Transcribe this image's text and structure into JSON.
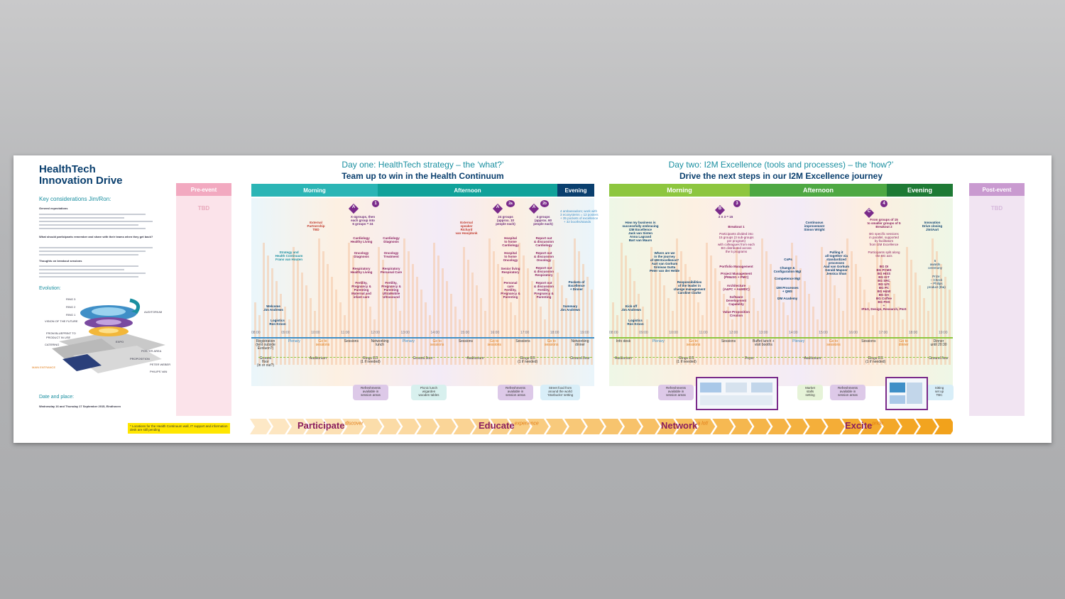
{
  "title_line1": "HealthTech",
  "title_line2": "Innovation Drive",
  "key_considerations": "Key considerations Jim/Ron:",
  "general_expectations": "General expectations",
  "question_remember": "What should participants remember and share with their teams when they get back?",
  "thoughts_breakout": "Thoughts on breakout sessions",
  "evolution_label": "Evolution:",
  "date_place_label": "Date and place:",
  "date_place_value": "Wednesday 16 and Thursday 17 September 2015, Eindhoven",
  "footnote": "* Locations for the Health Continuum wall, IT support and information desk are still pending",
  "day1": {
    "heading": "Day one: HealthTech strategy – the ‘what?’",
    "subheading": "Team up to win in the Health Continuum",
    "morning": "Morning",
    "afternoon": "Afternoon",
    "evening": "Evening"
  },
  "day2": {
    "heading": "Day two: I2M Excellence (tools and processes) – the ‘how?’",
    "subheading": "Drive the next steps in our I2M Excellence journey",
    "morning": "Morning",
    "afternoon": "Afternoon",
    "evening": "Evening"
  },
  "pre_event": {
    "label": "Pre-event",
    "value": "TBD"
  },
  "post_event": {
    "label": "Post-event",
    "value": "TBD"
  },
  "times": [
    "08:00",
    "09:00",
    "10:00",
    "11:00",
    "12:00",
    "13:00",
    "14:00",
    "15:00",
    "16:00",
    "17:00",
    "18:00",
    "19:00"
  ],
  "day1_events": {
    "welcome": "Welcome\nJim Andrews",
    "logistics": "Logistics\nRon Kroon",
    "strategy": "Strategy and\nHealth Continuum\nFrans van Houten",
    "external_partnership": "External\nPartnership\nTBD",
    "cardiology1": "Cardiology\nHealthy Living",
    "cardiology2": "Cardiology\nDiagnosis",
    "oncology1": "Oncology\nDiagnosis",
    "oncology2": "Oncology\nTreatment",
    "respiratory1": "Respiratory\nHealthy Living",
    "respiratory2": "Respiratory\nPersonal Care",
    "fertility1": "Fertility,\nPregnancy &\nParenting\nMaternal and\ninfant care",
    "fertility2": "Fertility,\nPregnancy &\nParenting\nUltraMobile\nUltrasound",
    "external_speaker": "External\nspeaker\nRichard\nvan Hooijdonk",
    "hospital_home1": "Hospital\nto home\nCardiology",
    "hospital_home2": "Hospital\nto home\nOncology",
    "senior_living": "Senior living\nRespiratory",
    "personal_care": "Personal\ncare\nFertility,\nPregnancy &\nParenting",
    "report1": "Report out\n& discussion\nCardiology",
    "report2": "Report out\n& discussion\nOncology",
    "report3": "Report out\n& discussion\nRespiratory",
    "report4": "Report out\n& discussion\nFertility,\nPregnancy &\nParenting",
    "pockets": "Pockets of\nExcellence\n+ Dinner",
    "summary": "Summary\nJim Andrews",
    "groups1": "X-4groups, then\neach group into\n6 groups = 24",
    "groups2": "24 groups\n(approx. 10\npeople each)",
    "groups3": "4 groups\n(approx. 60\npeople each)",
    "pockets_note": "4 ambassadors; work with\n3 ecosystems = 12 posters\n+ 35 pockets of excellence\n+ 32 booths/stands"
  },
  "day2_events": {
    "how_business": "How my business is\nsuccessfully embracing\nI2M Excellence\nJack van Sinten\nAnna Lagrand\nBart van Maurs",
    "kickoff": "Kick off\nJim Andrews",
    "logistics": "Logistics\nRon Kroon",
    "where_are_we": "Where are we\nin the journey\nof I2M Excellence?\nAart van Gorkum\nSrinivas Gutta\nPeter van der Helde",
    "responsibilities": "Responsibilities\nof the leader in\nchange management\nCaroline Clarke",
    "breakout1": "Breakout 1",
    "participants": "Participants divided into\n15 groups (3 sub-groups\nper program)\nwith colleagues from each\nBG distributed across\nthe 5 programs",
    "portfolio": "Portfolio Management",
    "project": "Project Management\n(PM&SG + PMC)",
    "architecture": "Architecture\n(A&PC + A&MDC)",
    "software": "Software\nDevelopment\nCapability",
    "value_prop": "Value Proposition\nCreation",
    "cops": "CoPs",
    "change": "Change &\nConfiguration Mgt",
    "competence": "Competence Mgt",
    "processes": "I2M Processes\n+ QMS",
    "academy": "I2M Academy",
    "continuous": "Continuous\nimprovement\nSimon Wright",
    "pulling": "Pulling it\nall together via\nstandardized\nprocesses\nAad van Gorkum\nGerald Mapoor\nJessica Shan",
    "from_groups": "From groups of 15\nto smaller groups of 5\nBreakout 2",
    "bg_sessions": "BG specific sessions\nin parallel, supported\nby facilitators\nfrom I2M Excellence",
    "split": "Participants split along\nthe BG axis",
    "bg_list": "BG DI\nBG PCMS\nBG HISS\nBG IGT\nBG SRC\nBG U/S\nBG PC\nBG H&W\nBG DA\nBG Coffee\nBG PHS\n+\nIP&S, Design, Research, PIoS",
    "innovation_close": "Innovation\nDrive closing\nJim/Aart",
    "awards": "5\nawards\nceremony",
    "prize": "Prize:\n– Check\n– Philips\nproduct (tba)",
    "count": "3 X 3 = 15"
  },
  "day1_bottom": [
    "Registration\n(tent outside\nEvoluon?)",
    "Plenary",
    "Go to\nsessions",
    "Sessions",
    "Networking\nlunch",
    "Plenary",
    "Go to\nsessions",
    "Sessions",
    "Go to\nsessions",
    "Sessions",
    "Go to\nsessions",
    "Networking\ndinner"
  ],
  "day1_locations": [
    "Ground\nfloor\n(in or out?)",
    "Auditorium",
    "Rings 2/3\n(1 if needed)",
    "Ground floor",
    "Auditorium",
    "Rings 2/3\n(1 if needed)",
    "Ground floor"
  ],
  "day1_bubbles": [
    "Refreshments\navailable in\nsession areas",
    "Picnic lunch\nw/garden\nwooden tables",
    "Refreshments\navailable in\nsession areas",
    "Street food from\naround the world\n‘Starbucks’ setting"
  ],
  "day2_bottom": [
    "Info desk",
    "Plenary",
    "Go to\nsessions",
    "Sessions",
    "Buffet lunch +\nvisit booths",
    "Plenary",
    "Go to\nsessions",
    "Sessions",
    "Go to\ndinner",
    "Dinner\nuntil 20:30"
  ],
  "day2_locations": [
    "Auditorium",
    "Rings 2/3\n(1 if needed)",
    "Foyer",
    "Auditorium",
    "Rings 2/3\n(1 if needed)",
    "Ground floor"
  ],
  "day2_bubbles": [
    "Refreshments\navailable in\nsession areas",
    "Market\nstalls\nsetting",
    "Refreshments\navailable in\nsession areas",
    "Sitting\nset up\nTBC"
  ],
  "markers": [
    "A",
    "1",
    "A",
    "2a",
    "A",
    "2b",
    "B",
    "3",
    "C",
    "4"
  ],
  "phases": [
    {
      "word": "Participate",
      "sup": "discover"
    },
    {
      "word": "Educate",
      "sup": "experience"
    },
    {
      "word": "Network",
      "sup": "a lot!"
    },
    {
      "word": "Excite",
      "sup": "pride"
    }
  ],
  "evolution_building_labels": [
    "RING 3",
    "RING 2",
    "RING 1",
    "VISION OF THE FUTURE",
    "FROM BLUEPRINT TO",
    "PRODUCT IN USE",
    "AUDITORIUM",
    "CATERING",
    "EXPO",
    "POSTER AREA",
    "PROPOSITION",
    "PETER WEBER",
    "PHILIPS VAN",
    "MAIN ENTRANCE"
  ],
  "colors": {
    "teal": "#2bb5b5",
    "dark_teal": "#0b7f85",
    "navy": "#0a3f6e",
    "lime": "#8dc63f",
    "green": "#4ea843",
    "dark_green": "#1e7a35",
    "pink": "#f2a9c0",
    "purple": "#8a1d5e",
    "orange": "#f2a93b"
  }
}
